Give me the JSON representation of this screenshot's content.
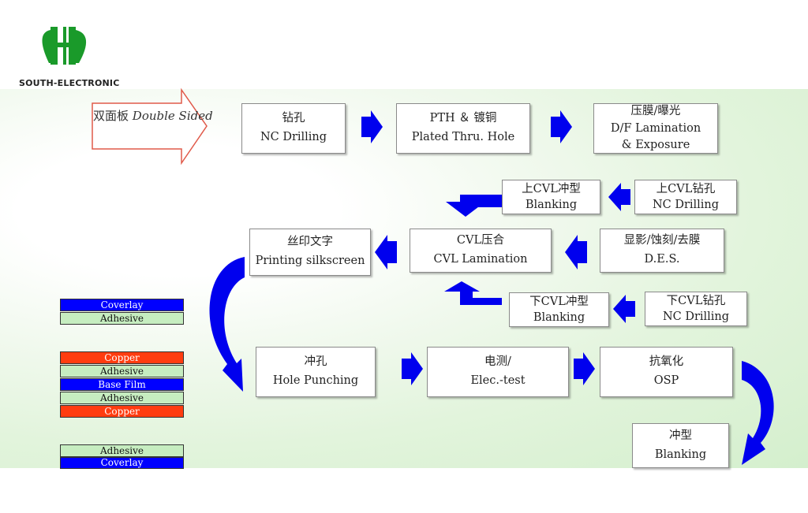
{
  "logo": {
    "text": "SOUTH-ELECTRONIC",
    "color": "#1a9a2a"
  },
  "start": {
    "cn": "双面板",
    "en": "Double Sided"
  },
  "steps": {
    "nc_drilling": {
      "cn": "钻孔",
      "en": "NC Drilling"
    },
    "pth": {
      "cn": "PTH ＆ 镀铜",
      "en": "Plated Thru. Hole"
    },
    "df": {
      "cn": "压膜/曝光",
      "en": "D/F Lamination",
      "en2": "& Exposure"
    },
    "upper_cvl_drill": {
      "cn": "上CVL钻孔",
      "en": "NC Drilling"
    },
    "upper_cvl_blank": {
      "cn": "上CVL冲型",
      "en": "Blanking"
    },
    "des": {
      "cn": "显影/蚀刻/去膜",
      "en": "D.E.S."
    },
    "cvl_lam": {
      "cn": "CVL压合",
      "en": "CVL Lamination"
    },
    "silkscreen": {
      "cn": "丝印文字",
      "en": "Printing silkscreen"
    },
    "lower_cvl_drill": {
      "cn": "下CVL钻孔",
      "en": "NC Drilling"
    },
    "lower_cvl_blank": {
      "cn": "下CVL冲型",
      "en": "Blanking"
    },
    "hole_punching": {
      "cn": "冲孔",
      "en": "Hole Punching"
    },
    "elec_test": {
      "cn": "电测/",
      "en": "Elec.-test"
    },
    "osp": {
      "cn": "抗氧化",
      "en": "OSP"
    },
    "blanking": {
      "cn": "冲型",
      "en": "Blanking"
    }
  },
  "stack_top": [
    "Coverlay",
    "Adhesive"
  ],
  "stack_core": [
    "Copper",
    "Adhesive",
    "Base Film",
    "Adhesive",
    "Copper"
  ],
  "stack_bottom": [
    "Adhesive",
    "Coverlay"
  ],
  "colors": {
    "arrow": "#0000ee",
    "copper": "#ff3c10",
    "adhesive": "#c6edc0",
    "film": "#0000ff",
    "start_outline": "#e05a4a"
  }
}
